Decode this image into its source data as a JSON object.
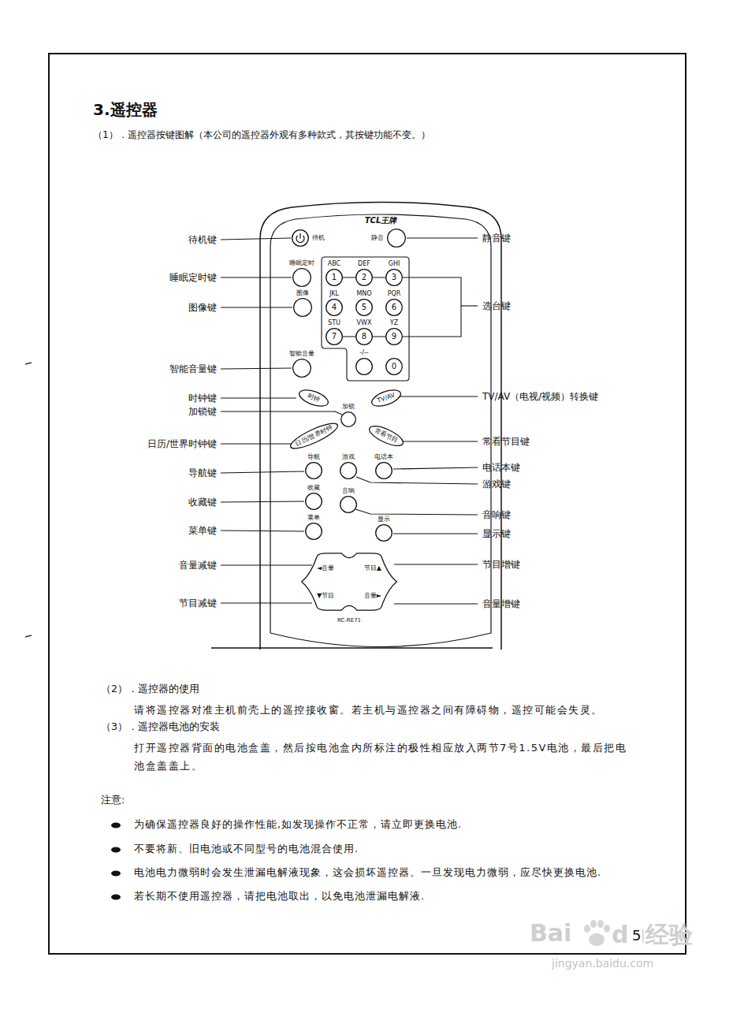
{
  "diagram": {
    "title": "3.遥控器",
    "nodes": [
      {
        "text": [
          "TCL王牌"
        ]
      },
      {
        "text": [
          "待机"
        ],
        "in": 0
      },
      {
        "text": [
          "静音"
        ],
        "in": 0
      },
      {
        "text": [
          "睡眠定时"
        ],
        "in": 0
      },
      {
        "text": [
          "图像"
        ],
        "in": 0
      },
      {
        "text": [
          "ABC",
          "1"
        ],
        "in": 0
      },
      {
        "text": [
          "DEF",
          "2"
        ],
        "in": 0
      },
      {
        "text": [
          "GHI",
          "3"
        ],
        "in": 0
      },
      {
        "text": [
          "JKL",
          "4"
        ],
        "in": 0
      },
      {
        "text": [
          "MNO",
          "5"
        ],
        "in": 0
      },
      {
        "text": [
          "PQR",
          "6"
        ],
        "in": 0
      },
      {
        "text": [
          "STU",
          "7"
        ],
        "in": 0
      },
      {
        "text": [
          "VWX",
          "8"
        ],
        "in": 0
      },
      {
        "text": [
          "YZ",
          "9"
        ],
        "in": 0
      },
      {
        "text": [
          "智能音量"
        ],
        "in": 0
      },
      {
        "text": [
          "-/--"
        ],
        "in": 0
      },
      {
        "text": [
          "0"
        ],
        "in": 0
      },
      {
        "text": [
          "时钟"
        ],
        "in": 0
      },
      {
        "text": [
          "TV/AV"
        ],
        "in": 0
      },
      {
        "text": [
          "加锁"
        ],
        "in": 0
      },
      {
        "text": [
          "日历/世界时钟"
        ],
        "in": 0
      },
      {
        "text": [
          "常看节目"
        ],
        "in": 0
      },
      {
        "text": [
          "导航"
        ],
        "in": 0
      },
      {
        "text": [
          "游戏"
        ],
        "in": 0
      },
      {
        "text": [
          "电话本"
        ],
        "in": 0
      },
      {
        "text": [
          "收藏"
        ],
        "in": 0
      },
      {
        "text": [
          "音响"
        ],
        "in": 0
      },
      {
        "text": [
          "菜单"
        ],
        "in": 0
      },
      {
        "text": [
          "显示"
        ],
        "in": 0
      },
      {
        "text": [
          "◄音量",
          "节目▲",
          "▼节目",
          "音量►"
        ],
        "in": 0
      }
    ],
    "labels": [
      "（1）．遥控器按键图解（本公司的遥控器外观有多种款式，其按键功能不变。）",
      "待机键",
      "睡眠定时键",
      "图像键",
      "智能音量键",
      "时钟键",
      "加锁键",
      "日历/世界时钟键",
      "导航键",
      "收藏键",
      "菜单键",
      "音量减键",
      "节目减键",
      "静音键",
      "选台键",
      "TV/AV（电视/视频）转换键",
      "常看节目键",
      "电话本键",
      "游戏键",
      "音响键",
      "显示键",
      "节目增键",
      "音量增键",
      "RC-RE71",
      "（2）．遥控器的使用",
      "请将遥控器对准主机前壳上的遥控接收窗。若主机与遥控器之间有障碍物，遥控可能会失灵。",
      "（3）．遥控器电池的安装",
      "打开遥控器背面的电池盒盖，然后按电池盒内所标注的极性相应放入两节7号1.5V电池，最后把电池盒盖盖上。",
      "注意:",
      "为确保遥控器良好的操作性能,如发现操作不正常，请立即更换电池.",
      "不要将新、旧电池或不同型号的电池混合使用.",
      "电池电力微弱时会发生泄漏电解液现象，这会损坏遥控器。一旦发现电力微弱，应尽快更换电池.",
      "若长期不使用遥控器，请把电池取出，以免电池泄漏电解液.",
      "5",
      "Bai",
      "du经验",
      "jingyan.baidu.com"
    ]
  }
}
